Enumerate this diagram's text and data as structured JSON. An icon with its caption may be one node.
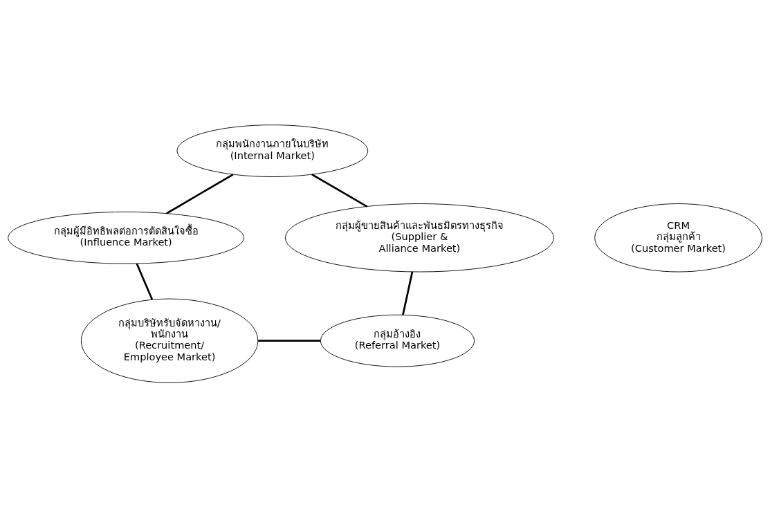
{
  "diagram": {
    "nodes": [
      {
        "text": [
          "กลุ่มพนักงานภายในบริษัท",
          "(Internal Market)"
        ]
      },
      {
        "text": [
          "กลุ่มผู้มีอิทธิพลต่อการตัดสินใจซื้อ",
          "(Influence Market)"
        ]
      },
      {
        "text": [
          "CRM",
          "กลุ่มลูกค้า",
          "(Customer Market)"
        ]
      },
      {
        "text": [
          "กลุ่มผู้ขายสินค้าและพันธมิตรทางธุรกิจ",
          "(Supplier & Alliance Market)"
        ]
      },
      {
        "text": [
          "กลุ่มบริษัทรับจัดหางาน/ พนักงาน (Recruitment/ Employee Market)"
        ]
      },
      {
        "text": [
          "กลุ่มอ้างอิง",
          "(Referral Market)"
        ]
      }
    ],
    "edges": [
      {
        "from": 0,
        "to": 1,
        "arrow": "none"
      },
      {
        "from": 0,
        "to": 3,
        "arrow": "none"
      },
      {
        "from": 1,
        "to": 4,
        "arrow": "none"
      },
      {
        "from": 3,
        "to": 5,
        "arrow": "none"
      },
      {
        "from": 4,
        "to": 5,
        "arrow": "none"
      }
    ]
  }
}
